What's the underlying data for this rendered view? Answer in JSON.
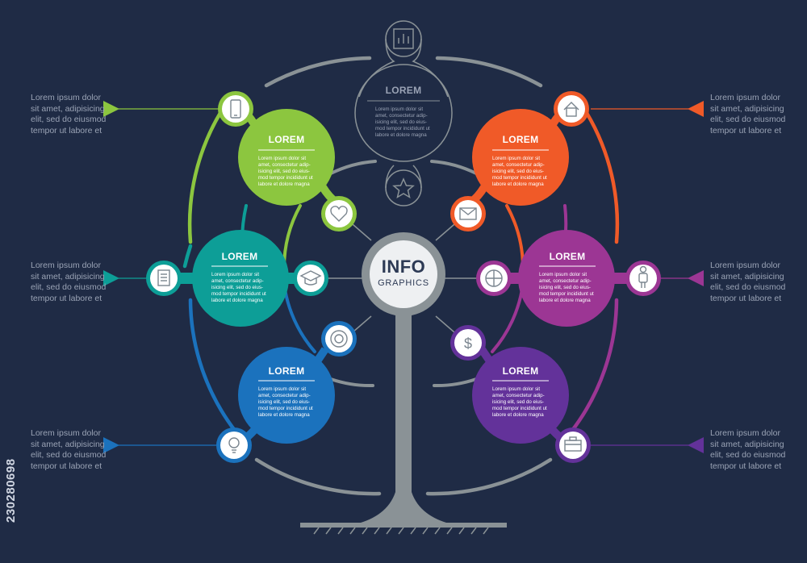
{
  "center": {
    "title": "INFO",
    "subtitle": "GRAPHICS"
  },
  "stock_id": "230280698",
  "side_text": "Lorem ipsum dolor\nsit amet, adipisicing\nelit, sed do eiusmod\ntempor ut labore et",
  "node_title": "LOREM",
  "node_body": "Lorem ipsum dolor sit\namet, consectetur adip-\nisicing elit, sed do eius-\nmod tempor incididunt ut\nlabore et dolore magna",
  "colors": {
    "background": "#1f2b45",
    "tree": "#8a9296",
    "green": "#8cc63f",
    "teal": "#0d9e97",
    "blue": "#1b72bd",
    "orange": "#f05a28",
    "magenta": "#9c3694",
    "purple": "#63329a",
    "gray_outline": "#6f7a86"
  },
  "icons": {
    "top": "bar-chart-icon",
    "bottom_of_top": "star-icon",
    "green": "smartphone-icon",
    "green_small": "heart-icon",
    "teal": "document-icon",
    "teal_small": "graduation-cap-icon",
    "blue_small": "lifebuoy-icon",
    "blue": "light-bulb-icon",
    "orange": "home-icon",
    "orange_small": "envelope-icon",
    "magenta_small": "basketball-icon",
    "magenta": "person-icon",
    "purple_small": "dollar-icon",
    "purple": "briefcase-icon"
  }
}
